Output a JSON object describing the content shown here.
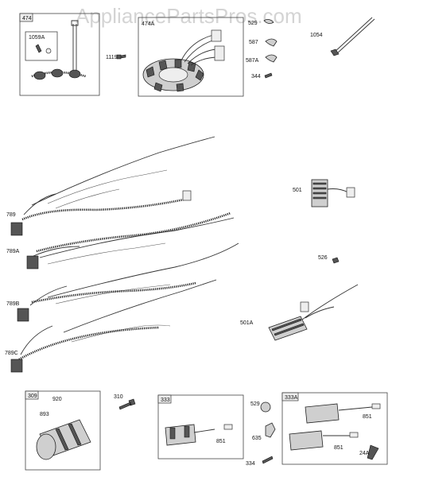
{
  "watermark": "AppliancePartsPros.com",
  "labels": {
    "p474": "474",
    "p1059A": "1059A",
    "p1119": "1119",
    "p474A": "474A",
    "p529": "529",
    "p587": "587",
    "p587A": "587A",
    "p344": "344",
    "p1054": "1054",
    "p789": "789",
    "p789A": "789A",
    "p789B": "789B",
    "p789C": "789C",
    "p501": "501",
    "p526": "526",
    "p501A": "501A",
    "p309": "309",
    "p920": "920",
    "p893": "893",
    "p310": "310",
    "p333": "333",
    "p851a": "851",
    "p529b": "529",
    "p635": "635",
    "p334": "334",
    "p333A": "333A",
    "p851b": "851",
    "p851c": "851",
    "p24A": "24A"
  }
}
